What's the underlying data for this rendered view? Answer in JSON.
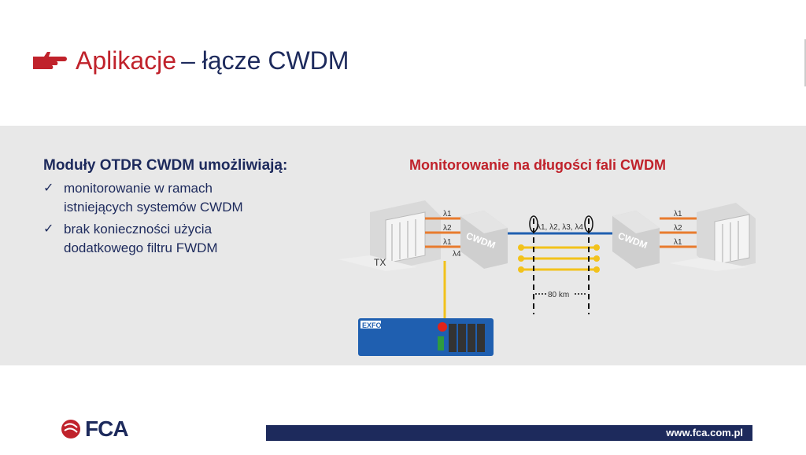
{
  "title": {
    "part1": "Aplikacje",
    "part2": "– łącze CWDM"
  },
  "left": {
    "heading": "Moduły OTDR CWDM umożliwiają:",
    "bullets": [
      {
        "line1": "monitorowanie w ramach",
        "line2": "istniejących systemów CWDM"
      },
      {
        "line1": "brak konieczności użycia",
        "line2": "dodatkowego filtru FWDM"
      }
    ]
  },
  "diagram": {
    "title": "Monitorowanie na długości fali CWDM",
    "left_lambdas": [
      "λ1",
      "λ2",
      "λ1",
      "λ4"
    ],
    "right_lambdas": [
      "λ1",
      "λ2",
      "λ1"
    ],
    "trunk_label": "λ1, λ2, λ3, λ4",
    "mux_left": "CWDM",
    "mux_right": "CWDM",
    "tx_label": "TX",
    "distance_label": "80 km",
    "instrument_brand": "EXFO"
  },
  "footer": {
    "logo": "FCA",
    "url": "www.fca.com.pl"
  },
  "colors": {
    "red": "#c0222b",
    "navy": "#1d2a5c",
    "orange": "#e87b2e",
    "blue": "#1f5fb0",
    "yellow": "#f2c21b"
  }
}
